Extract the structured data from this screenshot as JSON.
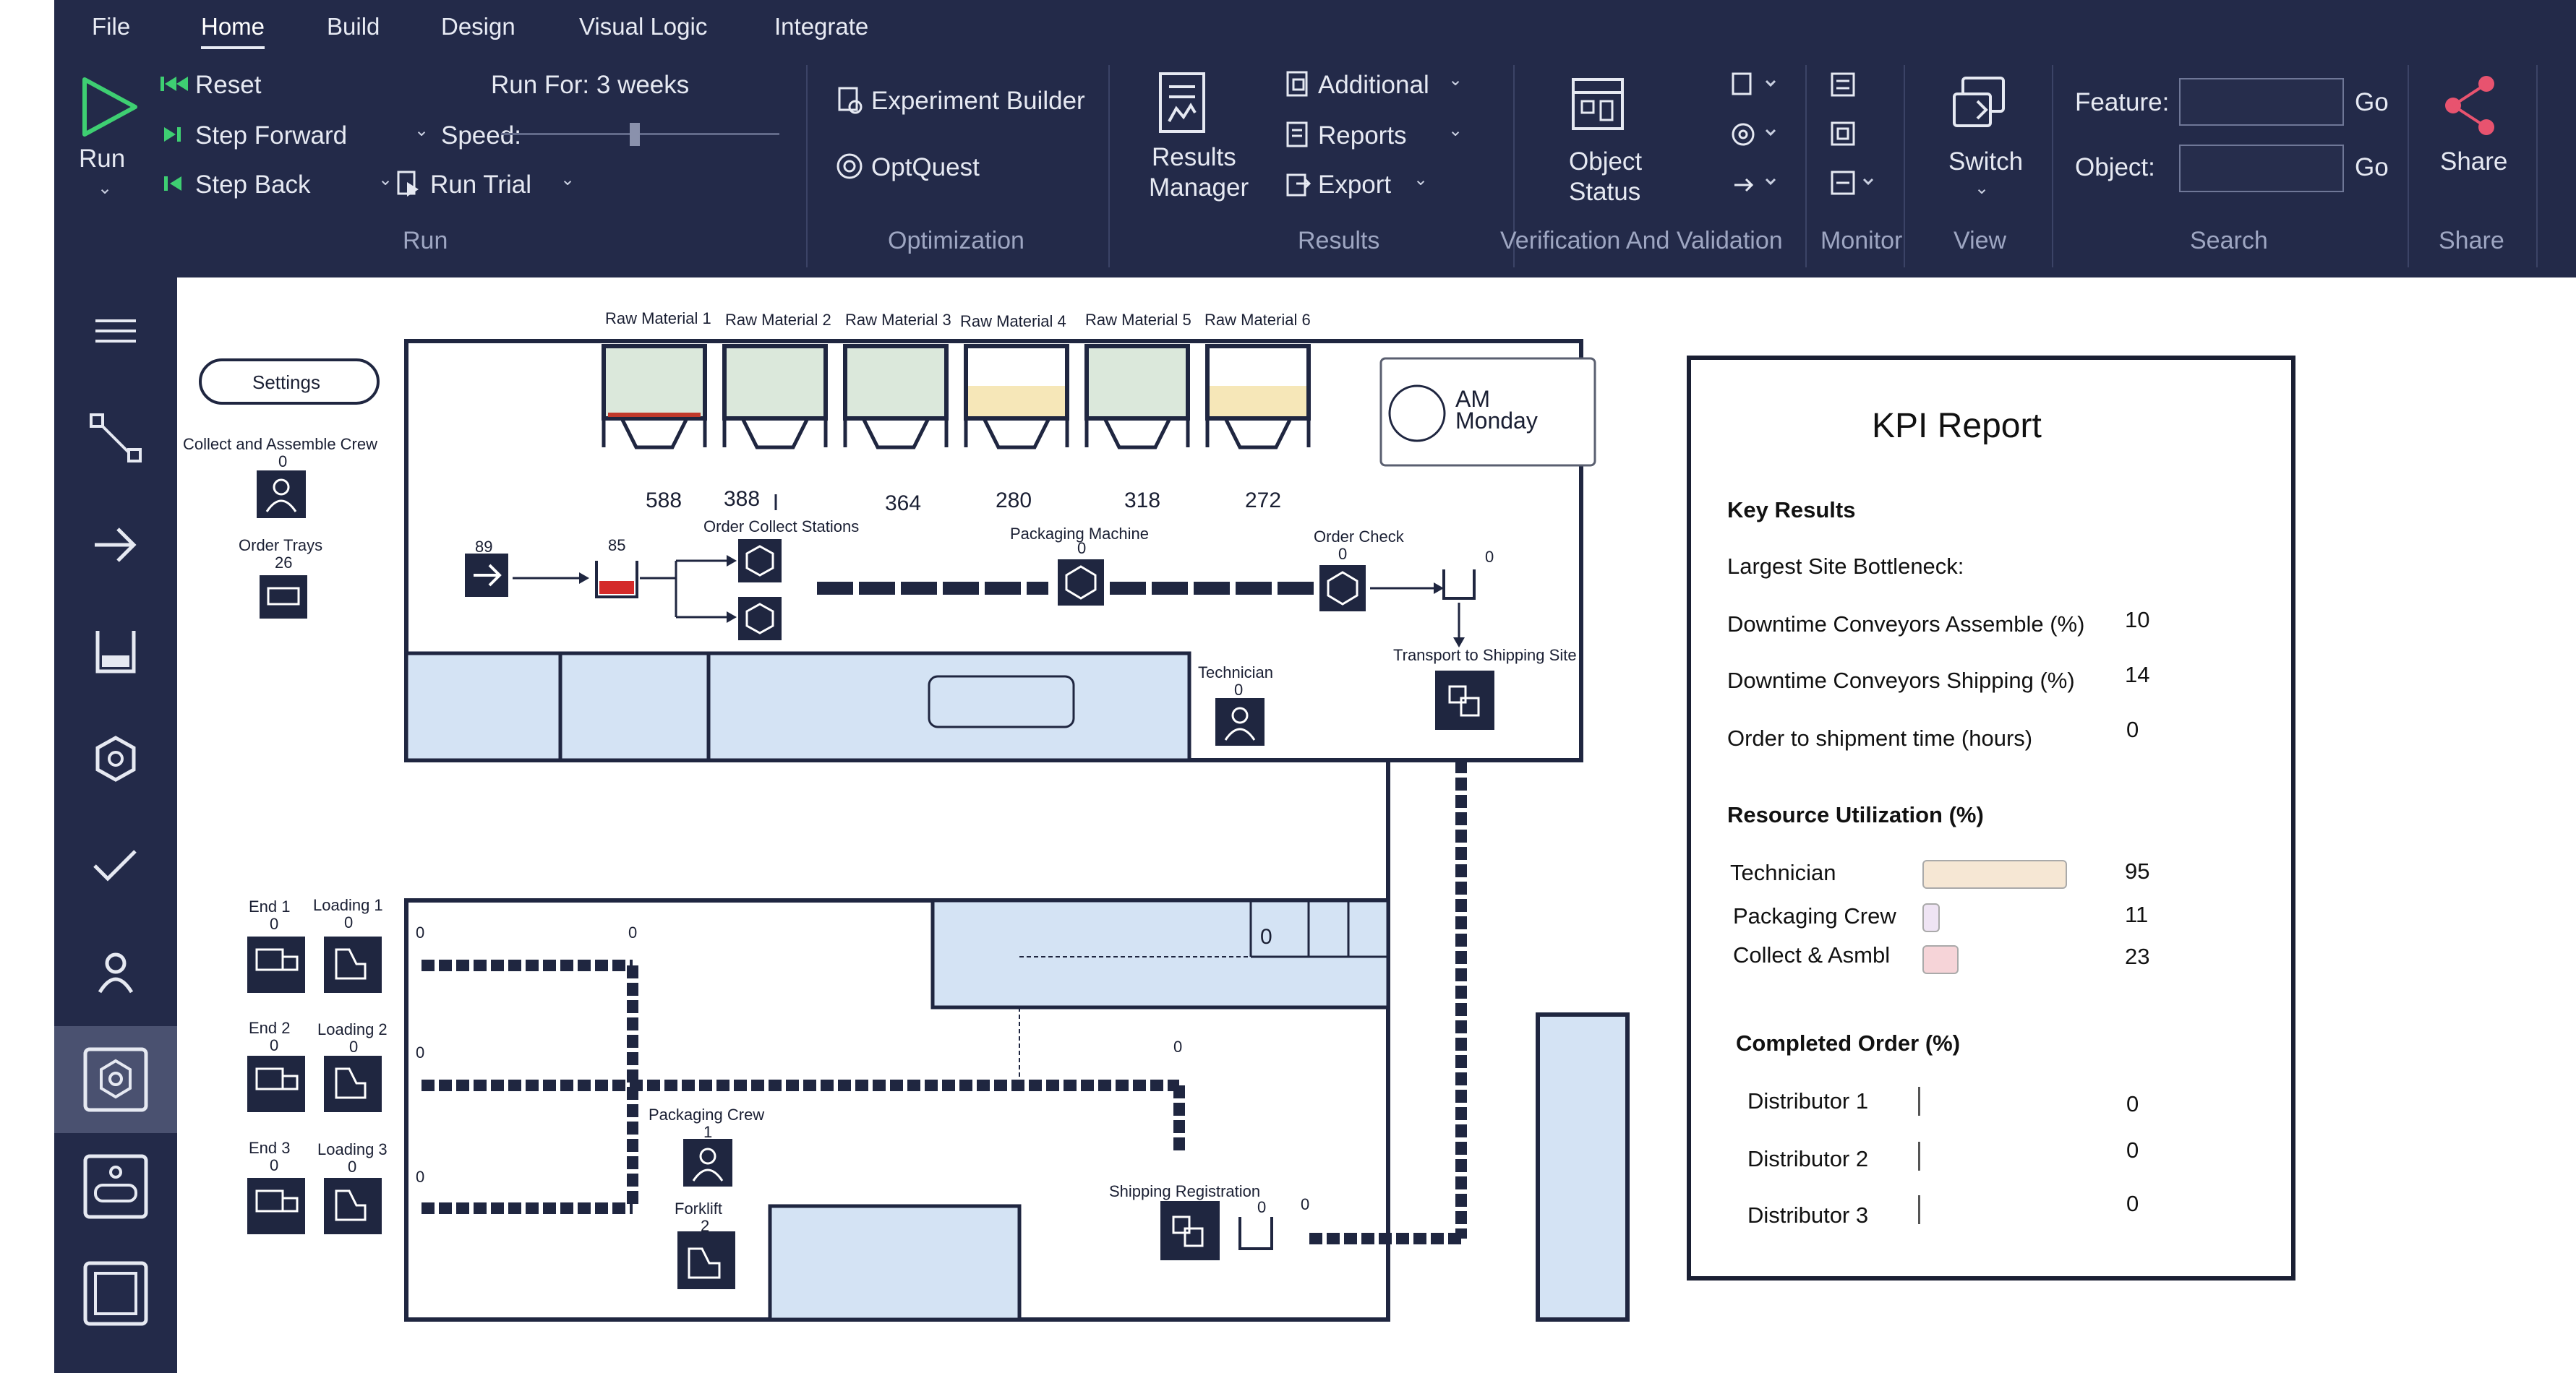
{
  "menu": {
    "file": "File",
    "home": "Home",
    "build": "Build",
    "design": "Design",
    "visual_logic": "Visual Logic",
    "integrate": "Integrate"
  },
  "run_group": {
    "run": "Run",
    "reset": "Reset",
    "step_forward": "Step Forward",
    "step_back": "Step Back",
    "run_for": "Run For: 3 weeks",
    "speed": "Speed:",
    "run_trial": "Run Trial",
    "speed_level": 0.48,
    "label": "Run"
  },
  "optimization_group": {
    "experiment_builder": "Experiment Builder",
    "optquest": "OptQuest",
    "label": "Optimization"
  },
  "results_group": {
    "results_manager_1": "Results",
    "results_manager_2": "Manager",
    "additional": "Additional",
    "reports": "Reports",
    "export": "Export",
    "label": "Results"
  },
  "vv_group": {
    "object_status_1": "Object",
    "object_status_2": "Status",
    "label": "Verification And Validation"
  },
  "monitor_group": {
    "label": "Monitor"
  },
  "view_group": {
    "switch": "Switch",
    "label": "View"
  },
  "search_group": {
    "feature": "Feature:",
    "object": "Object:",
    "go1": "Go",
    "go2": "Go",
    "label": "Search",
    "feature_value": "",
    "object_value": ""
  },
  "share_group": {
    "share": "Share",
    "label": "Share"
  },
  "canvas": {
    "settings": "Settings",
    "collect_crew": "Collect and Assemble Crew",
    "collect_crew_count": "0",
    "order_trays": "Order Trays",
    "order_trays_count": "26",
    "raw": [
      "Raw Material 1",
      "Raw Material 2",
      "Raw Material 3",
      "Raw Material 4",
      "Raw Material 5",
      "Raw Material 6"
    ],
    "raw_counts": [
      "588",
      "388",
      "364",
      "280",
      "318",
      "272"
    ],
    "clock_am": "AM",
    "clock_day": "Monday",
    "arrivals": "89",
    "queue": "85",
    "order_collect": "Order Collect Stations",
    "packaging_machine": "Packaging Machine",
    "packaging_machine_count": "0",
    "order_check": "Order Check",
    "order_check_count": "0",
    "check_out": "0",
    "technician": "Technician",
    "technician_count": "0",
    "transport": "Transport to Shipping Site",
    "end1": "End 1",
    "end1_c": "0",
    "loading1": "Loading 1",
    "loading1_c": "0",
    "end2": "End 2",
    "end2_c": "0",
    "loading2": "Loading 2",
    "loading2_c": "0",
    "end3": "End 3",
    "end3_c": "0",
    "loading3": "Loading 3",
    "loading3_c": "0",
    "lane1_a": "0",
    "lane1_b": "0",
    "lane2_a": "0",
    "lane3_a": "0",
    "room_count": "0",
    "mid_count": "0",
    "packaging_crew": "Packaging Crew",
    "packaging_crew_count": "1",
    "forklift": "Forklift",
    "forklift_count": "2",
    "shipping_reg": "Shipping Registration",
    "ship_a": "0",
    "ship_b": "0"
  },
  "kpi": {
    "title": "KPI Report",
    "key_results": "Key Results",
    "largest_bottleneck": "Largest Site Bottleneck:",
    "downtime_assemble": "Downtime Conveyors Assemble (%)",
    "downtime_assemble_v": "10",
    "downtime_shipping": "Downtime Conveyors Shipping (%)",
    "downtime_shipping_v": "14",
    "order_to_ship": "Order to shipment time (hours)",
    "order_to_ship_v": "0",
    "resource_util": "Resource Utilization (%)",
    "technician": "Technician",
    "technician_v": "95",
    "packaging_crew": "Packaging Crew",
    "packaging_crew_v": "11",
    "collect_asmbl": "Collect & Asmbl",
    "collect_asmbl_v": "23",
    "completed_order": "Completed Order (%)",
    "dist1": "Distributor 1",
    "dist1_v": "0",
    "dist2": "Distributor 2",
    "dist2_v": "0",
    "dist3": "Distributor 3",
    "dist3_v": "0"
  },
  "colors": {
    "ribbon": "#232a49",
    "accent_green": "#3ecf72",
    "share_pink": "#e8536f",
    "room_blue": "#d4e3f4",
    "tank_green": "#dbe8db",
    "tank_yellow": "#f6e7b8"
  }
}
